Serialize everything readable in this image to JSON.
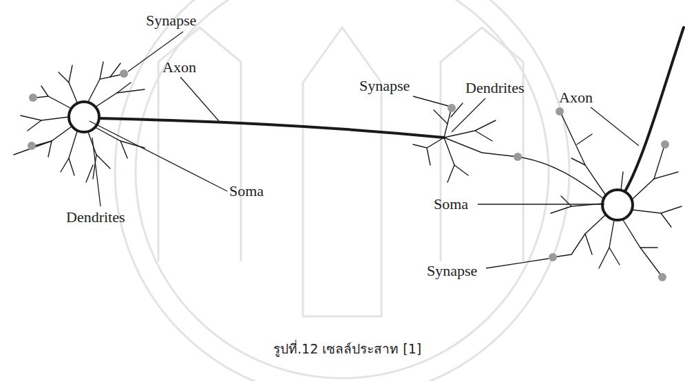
{
  "diagram": {
    "caption": "รูปที่.12 เซลล์ประสาท [1]",
    "labels": [
      "Synapse",
      "Axon",
      "Synapse",
      "Dendrites",
      "Axon",
      "Soma",
      "Soma",
      "Dendrites",
      "Synapse"
    ]
  }
}
